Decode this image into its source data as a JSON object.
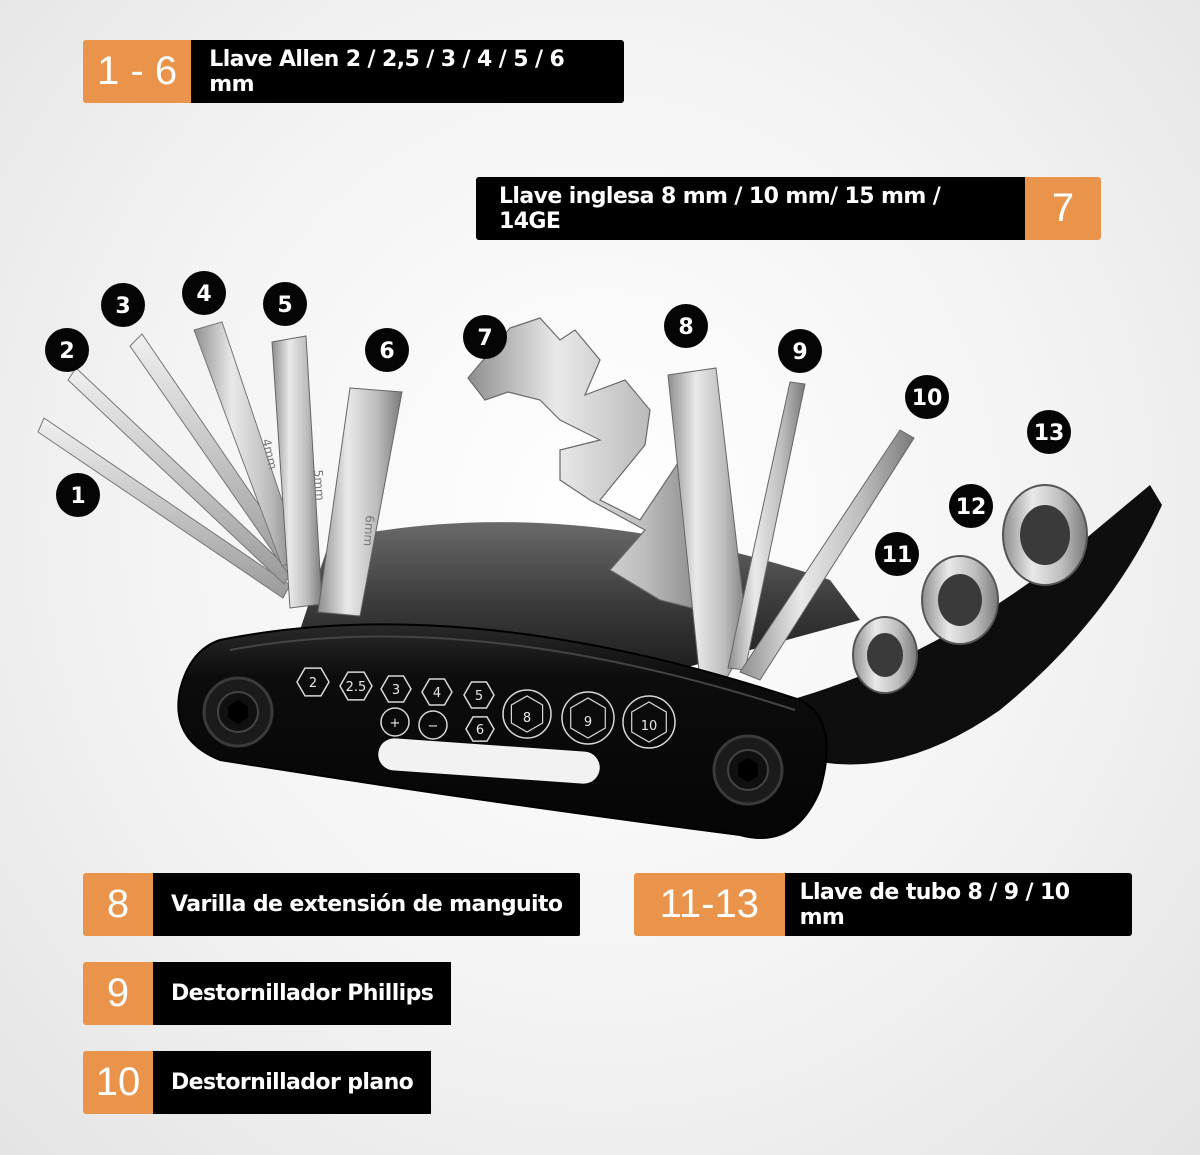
{
  "legend": [
    {
      "num": "1 - 6",
      "text": "Llave Allen 2 / 2,5 / 3 / 4 / 5 / 6 mm"
    },
    {
      "num": "7",
      "text": "Llave inglesa 8 mm / 10 mm/ 15 mm / 14GE"
    },
    {
      "num": "8",
      "text": "Varilla de extensión de manguito"
    },
    {
      "num": "11-13",
      "text": "Llave de tubo 8 / 9 / 10 mm"
    },
    {
      "num": "9",
      "text": "Destornillador Phillips"
    },
    {
      "num": "10",
      "text": "Destornillador plano"
    }
  ],
  "badges": [
    "1",
    "2",
    "3",
    "4",
    "5",
    "6",
    "7",
    "8",
    "9",
    "10",
    "11",
    "12",
    "13"
  ],
  "body_marks": [
    "2",
    "2.5",
    "3",
    "4",
    "5",
    "8",
    "9",
    "10",
    "+",
    "−",
    "6"
  ],
  "hex_key_labels": [
    "4mm",
    "5mm",
    "6mm"
  ],
  "colors": {
    "accent": "#e9944a",
    "label_bg": "#000000",
    "tool_body": "#0b0b0b",
    "steel": "#c4c4c4"
  }
}
